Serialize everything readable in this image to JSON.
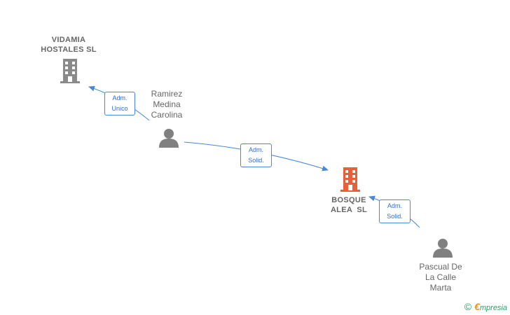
{
  "colors": {
    "edge": "#4a87d6",
    "edge_text": "#2f6fc7",
    "building_main": "#e8603a",
    "building_other": "#8a8a8a",
    "person": "#808080",
    "label_text": "#666666",
    "brand": "#2e9e6a",
    "brand_accent": "#f28c1a"
  },
  "nodes": {
    "vidamia": {
      "line1": "VIDAMIA",
      "line2": "HOSTALES SL",
      "icon": "building-icon"
    },
    "bosque": {
      "line1": "BOSQUE",
      "line2": "ALEA  SL",
      "icon": "building-icon"
    },
    "ramirez": {
      "line1": "Ramirez",
      "line2": "Medina",
      "line3": "Carolina",
      "icon": "person-icon"
    },
    "pascual": {
      "line1": "Pascual De",
      "line2": "La Calle",
      "line3": "Marta",
      "icon": "person-icon"
    }
  },
  "edges": {
    "ramirez_vidamia": {
      "line1": "Adm.",
      "line2": "Unico"
    },
    "ramirez_bosque": {
      "line1": "Adm.",
      "line2": "Solid."
    },
    "pascual_bosque": {
      "line1": "Adm.",
      "line2": "Solid."
    }
  },
  "footer": {
    "copyright_symbol": "©",
    "brand_initial": "€",
    "brand_rest": "mpresia"
  }
}
